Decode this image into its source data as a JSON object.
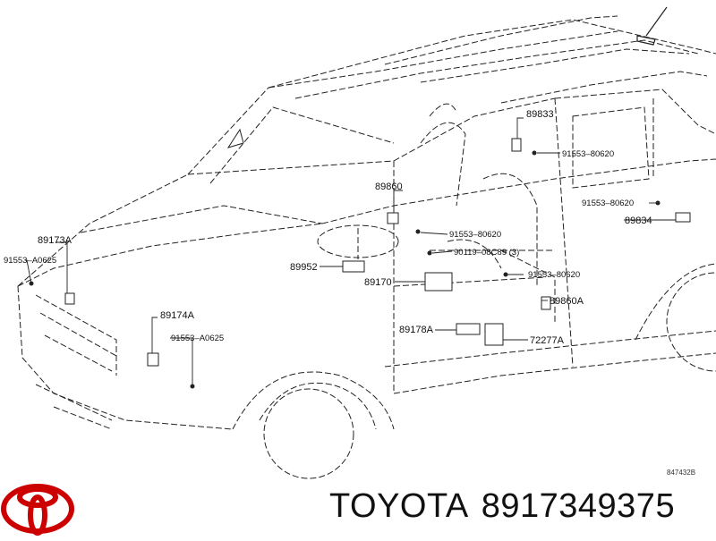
{
  "diagram": {
    "labels": [
      {
        "id": "lbl-89833",
        "text": "89833"
      },
      {
        "id": "lbl-91553-80620-a",
        "text": "91553–80620"
      },
      {
        "id": "lbl-89860",
        "text": "89860"
      },
      {
        "id": "lbl-91553-80620-b",
        "text": "91553–80620"
      },
      {
        "id": "lbl-89834",
        "text": "89834"
      },
      {
        "id": "lbl-91553-80620-c",
        "text": "91553–80620"
      },
      {
        "id": "lbl-90119",
        "text": "90119–08C89 (3)"
      },
      {
        "id": "lbl-89173a",
        "text": "89173A"
      },
      {
        "id": "lbl-91553-a0625-a",
        "text": "91553–A0625"
      },
      {
        "id": "lbl-89952",
        "text": "89952"
      },
      {
        "id": "lbl-91553-80620-d",
        "text": "91553–80620"
      },
      {
        "id": "lbl-89170",
        "text": "89170"
      },
      {
        "id": "lbl-89860a",
        "text": "89860A"
      },
      {
        "id": "lbl-89174a",
        "text": "89174A"
      },
      {
        "id": "lbl-91553-a0625-b",
        "text": "91553–A0625"
      },
      {
        "id": "lbl-89178a",
        "text": "89178A"
      },
      {
        "id": "lbl-72277a",
        "text": "72277A"
      }
    ],
    "reference_code": "847432B"
  },
  "footer": {
    "brand": "TOYOTA",
    "part_number": "8917349375",
    "logo_color": "#cc0000"
  }
}
